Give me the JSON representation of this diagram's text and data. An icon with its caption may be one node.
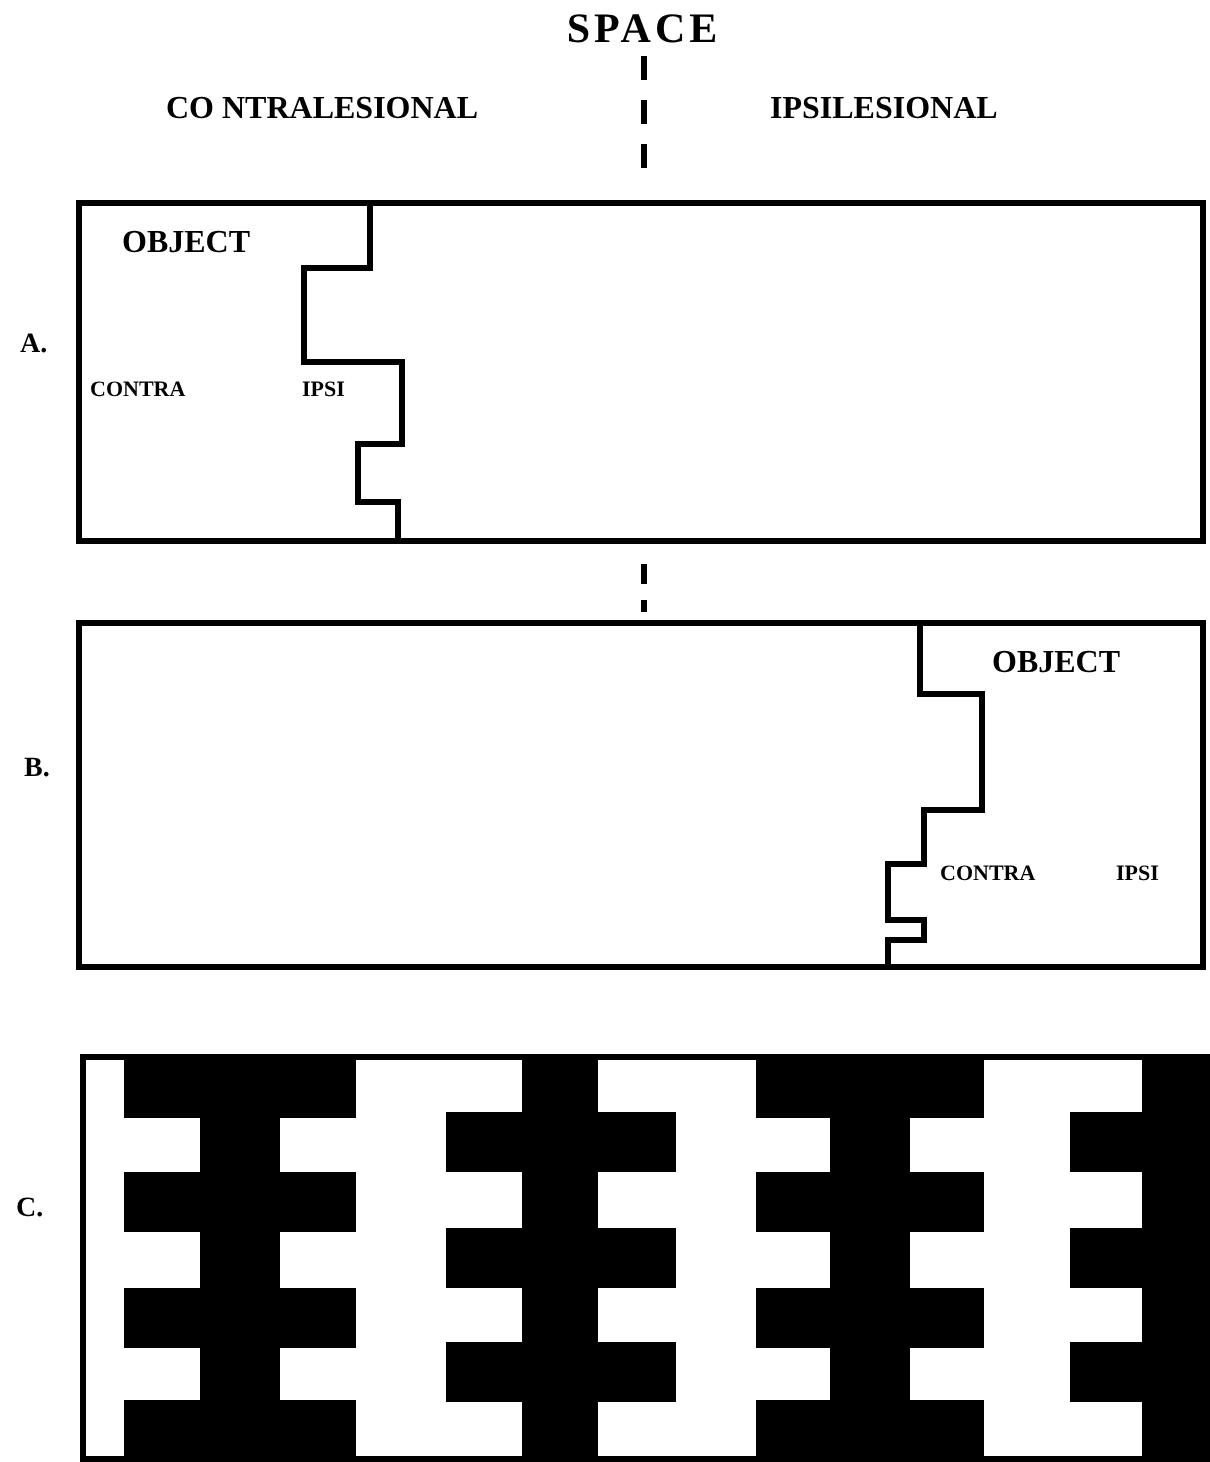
{
  "diagram": {
    "title": "SPACE",
    "nodes": [
      {
        "text": [
          "OBJECT",
          "CONTRA",
          "IPSI"
        ],
        "beside": [
          "A."
        ]
      },
      {
        "text": [
          "OBJECT",
          "CONTRA",
          "IPSI"
        ],
        "beside": [
          "B."
        ]
      },
      {
        "text": [],
        "shape": "box",
        "beside": [
          "C."
        ]
      }
    ],
    "labels": [
      "CO NTRALESIONAL",
      "IPSILESIONAL"
    ]
  }
}
